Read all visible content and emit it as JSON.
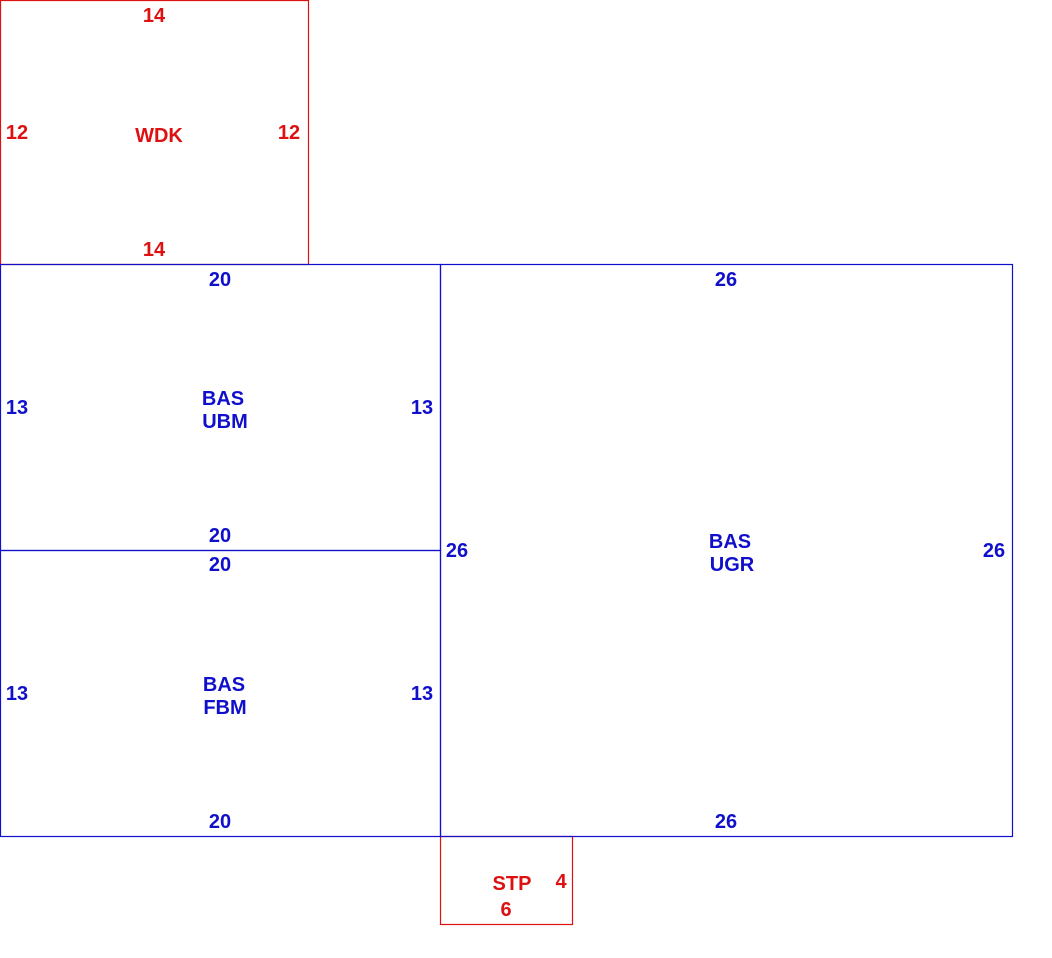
{
  "colors": {
    "red": "#dd1111",
    "blue": "#1010cc"
  },
  "sections": {
    "wdk": {
      "code": "WDK",
      "top": "14",
      "bottom": "14",
      "left": "12",
      "right": "12"
    },
    "bas_ubm": {
      "line1": "BAS",
      "line2": "UBM",
      "top": "20",
      "bottom": "20",
      "left": "13",
      "right": "13"
    },
    "bas_fbm": {
      "line1": "BAS",
      "line2": "FBM",
      "top": "20",
      "bottom": "20",
      "left": "13",
      "right": "13"
    },
    "bas_ugr": {
      "line1": "BAS",
      "line2": "UGR",
      "top": "26",
      "bottom": "26",
      "left": "26",
      "right": "26"
    },
    "stp": {
      "code": "STP",
      "bottom": "6",
      "right": "4"
    }
  }
}
